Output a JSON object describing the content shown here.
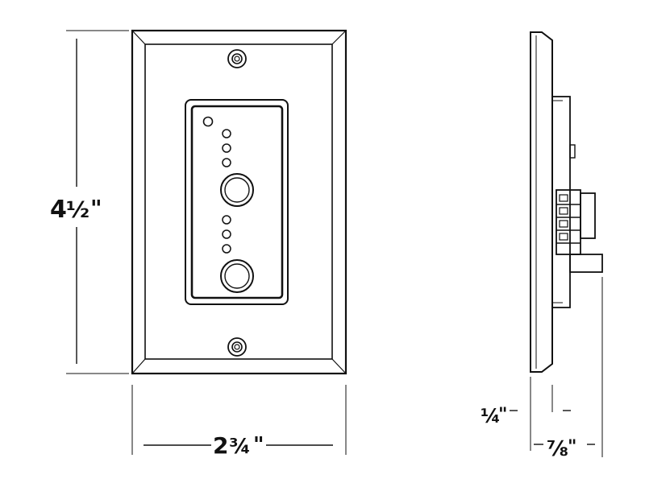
{
  "dimensions": {
    "height": {
      "whole": "4",
      "fraction": "½",
      "unit": "\""
    },
    "width": {
      "whole": "2",
      "fraction": "¾",
      "unit": "\""
    },
    "plate_thickness": {
      "fraction": "¼",
      "unit": "\""
    },
    "depth": {
      "fraction": "⅞",
      "unit": "\""
    }
  },
  "colors": {
    "line": "#111111",
    "background": "#ffffff"
  },
  "icons": {
    "screw": "screw-icon",
    "button": "button-icon",
    "led": "led-indicator-icon"
  }
}
